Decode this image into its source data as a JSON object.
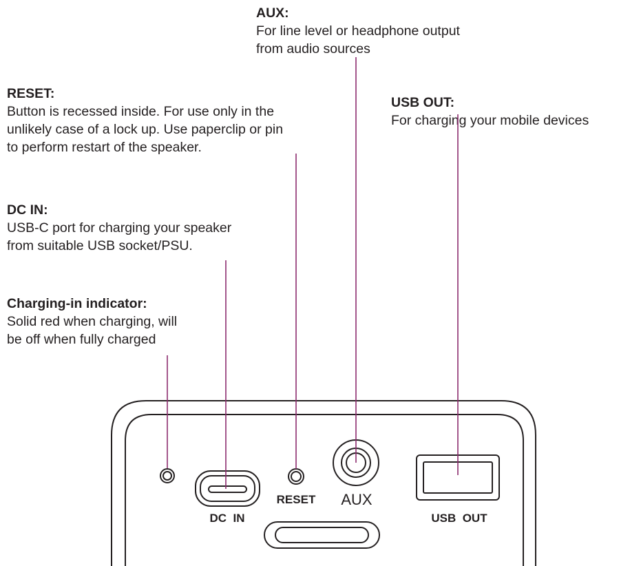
{
  "callouts": {
    "aux": {
      "heading": "AUX:",
      "lines": [
        "For line level or headphone output",
        "from audio sources"
      ]
    },
    "reset": {
      "heading": "RESET:",
      "lines": [
        "Button is recessed inside. For use only in the",
        "unlikely case of a lock up. Use paperclip or pin",
        "to perform restart of the speaker."
      ]
    },
    "usb_out": {
      "heading": "USB OUT:",
      "lines": [
        "For charging your mobile devices"
      ]
    },
    "dc_in": {
      "heading": "DC IN:",
      "lines": [
        "USB-C port for charging your speaker",
        "from suitable USB socket/PSU."
      ]
    },
    "charging": {
      "heading": "Charging-in indicator:",
      "lines": [
        "Solid red when charging, will",
        "be off when fully charged"
      ]
    }
  },
  "panel_labels": {
    "dc_in": "DC  IN",
    "reset": "RESET",
    "aux": "AUX",
    "usb_out": "USB  OUT"
  },
  "colors": {
    "leader_line": "#8c2b6e",
    "outline": "#231f20"
  }
}
